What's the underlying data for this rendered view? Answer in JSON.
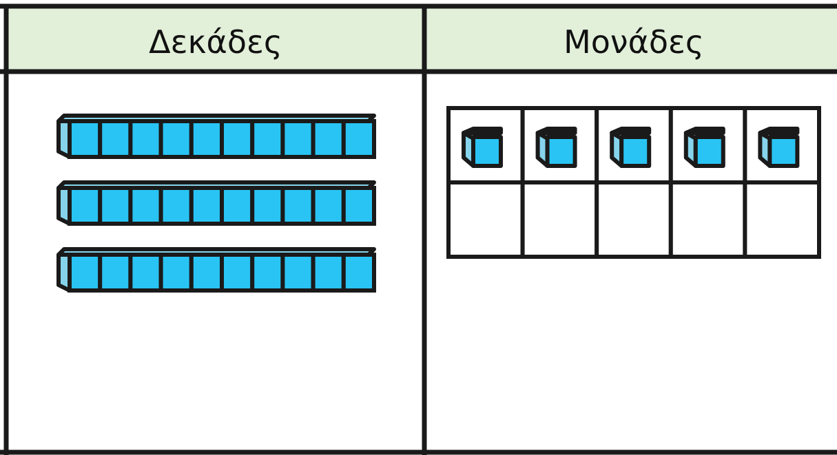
{
  "headers": {
    "tens": "Δεκάδες",
    "ones": "Μονάδες"
  },
  "values": {
    "tens_rods": 3,
    "unit_cubes_per_rod": 10,
    "ones_cubes": 5,
    "ten_frame_cells": 10
  },
  "colors": {
    "header_fill": "#e2efd9",
    "cube_face": "#29c4f4",
    "cube_side": "#86d4ec",
    "outline": "#1a1a1a"
  }
}
